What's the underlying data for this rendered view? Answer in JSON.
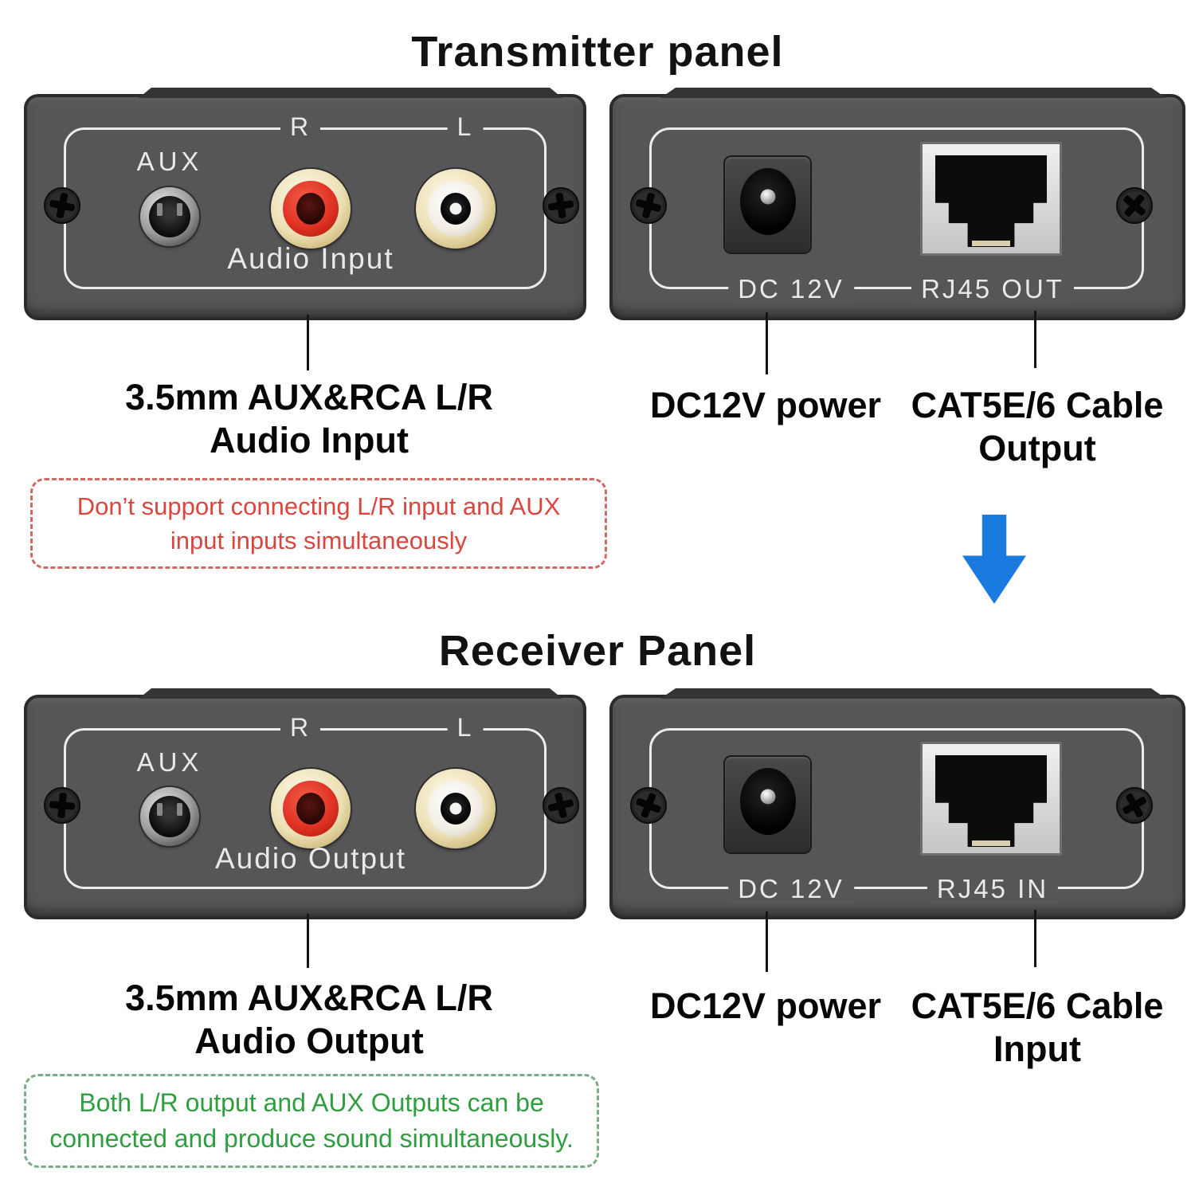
{
  "transmitter": {
    "title": "Transmitter panel",
    "audio_panel": {
      "aux": "AUX",
      "r": "R",
      "l": "L",
      "caption": "Audio Input"
    },
    "power_panel": {
      "dc": "DC 12V",
      "rj45": "RJ45 OUT"
    },
    "labels": {
      "audio_line1": "3.5mm AUX&RCA L/R",
      "audio_line2": "Audio Input",
      "power": "DC12V power",
      "cable_line1": "CAT5E/6 Cable",
      "cable_line2": "Output"
    },
    "warning_line1": "Don’t support connecting L/R input and AUX",
    "warning_line2": "input inputs simultaneously"
  },
  "receiver": {
    "title": "Receiver Panel",
    "audio_panel": {
      "aux": "AUX",
      "r": "R",
      "l": "L",
      "caption": "Audio Output"
    },
    "power_panel": {
      "dc": "DC 12V",
      "rj45": "RJ45 IN"
    },
    "labels": {
      "audio_line1": "3.5mm AUX&RCA L/R",
      "audio_line2": "Audio Output",
      "power": "DC12V power",
      "cable_line1": "CAT5E/6 Cable",
      "cable_line2": "Input"
    },
    "note_line1": "Both L/R output and AUX Outputs can be",
    "note_line2": "connected and produce sound simultaneously."
  },
  "colors": {
    "arrow_blue": "#1b7ae0",
    "warning_red": "#d9463e",
    "note_green": "#2f9e41",
    "panel_gray": "#565658",
    "rca_red": "#e03224",
    "rca_white": "#f1ede2"
  }
}
